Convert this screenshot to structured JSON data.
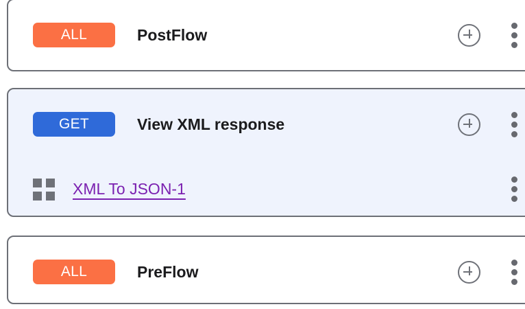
{
  "colors": {
    "badge_all": "#fb7044",
    "badge_get": "#2f6ad9",
    "selected_card_bg": "#eff3fd",
    "card_border": "#6c6f76",
    "link_purple": "#7b21b0",
    "icon_gray": "#6e7178"
  },
  "flows": [
    {
      "id": "postflow",
      "selected": false,
      "method_badge": "ALL",
      "badge_kind": "all",
      "title": "PostFlow",
      "add_icon": "plus-circle-icon",
      "menu_icon": "kebab-menu-icon",
      "steps": []
    },
    {
      "id": "view-xml-response",
      "selected": true,
      "method_badge": "GET",
      "badge_kind": "get",
      "title": "View XML response",
      "add_icon": "plus-circle-icon",
      "menu_icon": "kebab-menu-icon",
      "steps": [
        {
          "id": "xml-to-json-1",
          "icon": "grid-policy-icon",
          "label": "XML To JSON-1",
          "menu_icon": "kebab-menu-icon"
        }
      ]
    },
    {
      "id": "preflow",
      "selected": false,
      "method_badge": "ALL",
      "badge_kind": "all",
      "title": "PreFlow",
      "add_icon": "plus-circle-icon",
      "menu_icon": "kebab-menu-icon",
      "steps": []
    }
  ]
}
